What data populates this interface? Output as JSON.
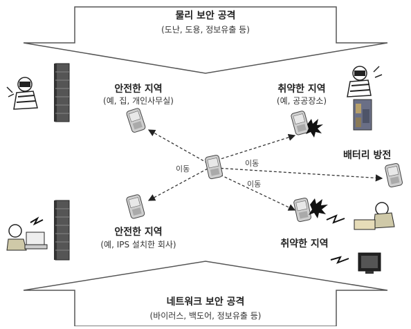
{
  "physical_attack": {
    "title": "물리 보안 공격",
    "subtitle": "(도난, 도용, 정보유출 등)"
  },
  "network_attack": {
    "title": "네트워크 보안 공격",
    "subtitle": "(바이러스, 백도어, 정보유출 등)"
  },
  "zones": {
    "safe_top": {
      "title": "안전한 지역",
      "subtitle": "(예, 집, 개인사무실)"
    },
    "vuln_top": {
      "title": "취약한 지역",
      "subtitle": "(예, 공공장소)"
    },
    "safe_bottom": {
      "title": "안전한 지역",
      "subtitle": "(예, IPS 설치한 회사)"
    },
    "vuln_bottom": {
      "title": "취약한 지역"
    },
    "battery": {
      "title": "배터리 방전"
    }
  },
  "movement": {
    "label_left": "이동",
    "label_right": "이동",
    "label_right_lower": "이동"
  },
  "colors": {
    "arrow_fill": "#ffffff",
    "arrow_stroke": "#555555",
    "dashed_line": "#333333",
    "phone_body": "#cfcfcf",
    "phone_screen": "#e8e8e8",
    "burst": "#111111",
    "wall": "#444444"
  }
}
